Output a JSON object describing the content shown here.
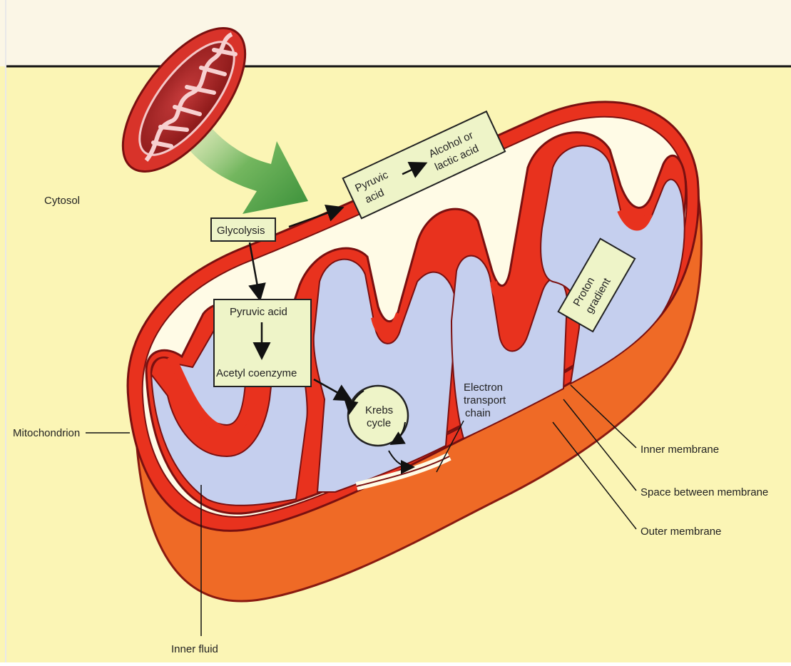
{
  "labels": {
    "cytosol": "Cytosol",
    "glycolysis": "Glycolysis",
    "pyruvic_to_alcohol_left_1": "Pyruvic",
    "pyruvic_to_alcohol_left_2": "acid",
    "pyruvic_to_alcohol_right_1": "Alcohol or",
    "pyruvic_to_alcohol_right_2": "lactic acid",
    "pyruvic_acid": "Pyruvic acid",
    "acetyl_coenzyme": "Acetyl coenzyme",
    "krebs_1": "Krebs",
    "krebs_2": "cycle",
    "etc_1": "Electron",
    "etc_2": "transport",
    "etc_3": "chain",
    "proton_1": "Proton",
    "proton_2": "gradient",
    "mitochondrion": "Mitochondrion",
    "inner_membrane": "Inner membrane",
    "space_between": "Space between membrane",
    "outer_membrane": "Outer membrane",
    "inner_fluid": "Inner fluid"
  },
  "colors": {
    "background_top": "#fbf6e6",
    "background": "#fbf5b5",
    "membrane_red": "#e8321e",
    "outer_orange": "#ef6a26",
    "inner_space": "#fffbe6",
    "matrix_blue": "#c5cfee",
    "label_box": "#eef4c8",
    "arrow_green": "#3f9a3c"
  }
}
